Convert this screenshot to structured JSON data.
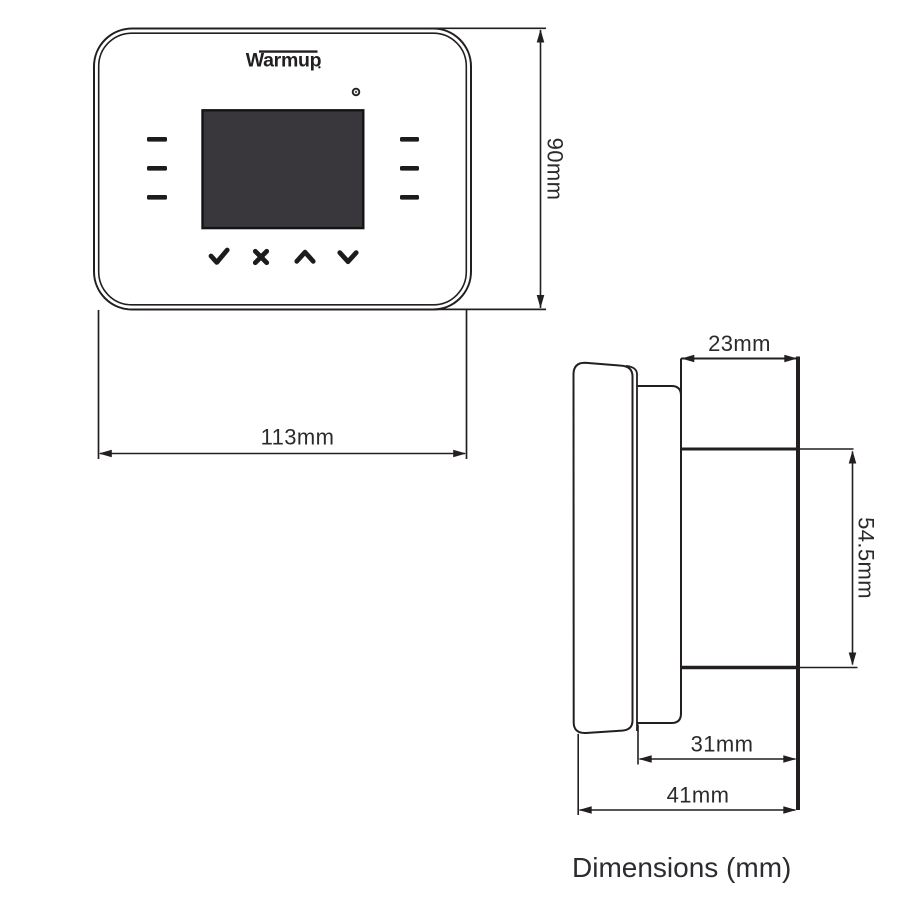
{
  "diagram": {
    "caption": "Dimensions (mm)",
    "line_color": "#231f20",
    "text_color": "#2b2b2b"
  },
  "device": {
    "brand_logo": "Warmup",
    "screen_color": "#3a373c",
    "touch_marks_per_side": 3,
    "button_icons": [
      "check-icon",
      "cross-icon",
      "chevron-up-icon",
      "chevron-down-icon"
    ]
  },
  "front_view": {
    "height_label": "90mm",
    "width_label": "113mm"
  },
  "side_view": {
    "back_depth_label": "23mm",
    "back_height_label": "54.5mm",
    "mid_depth_label": "31mm",
    "total_depth_label": "41mm"
  }
}
